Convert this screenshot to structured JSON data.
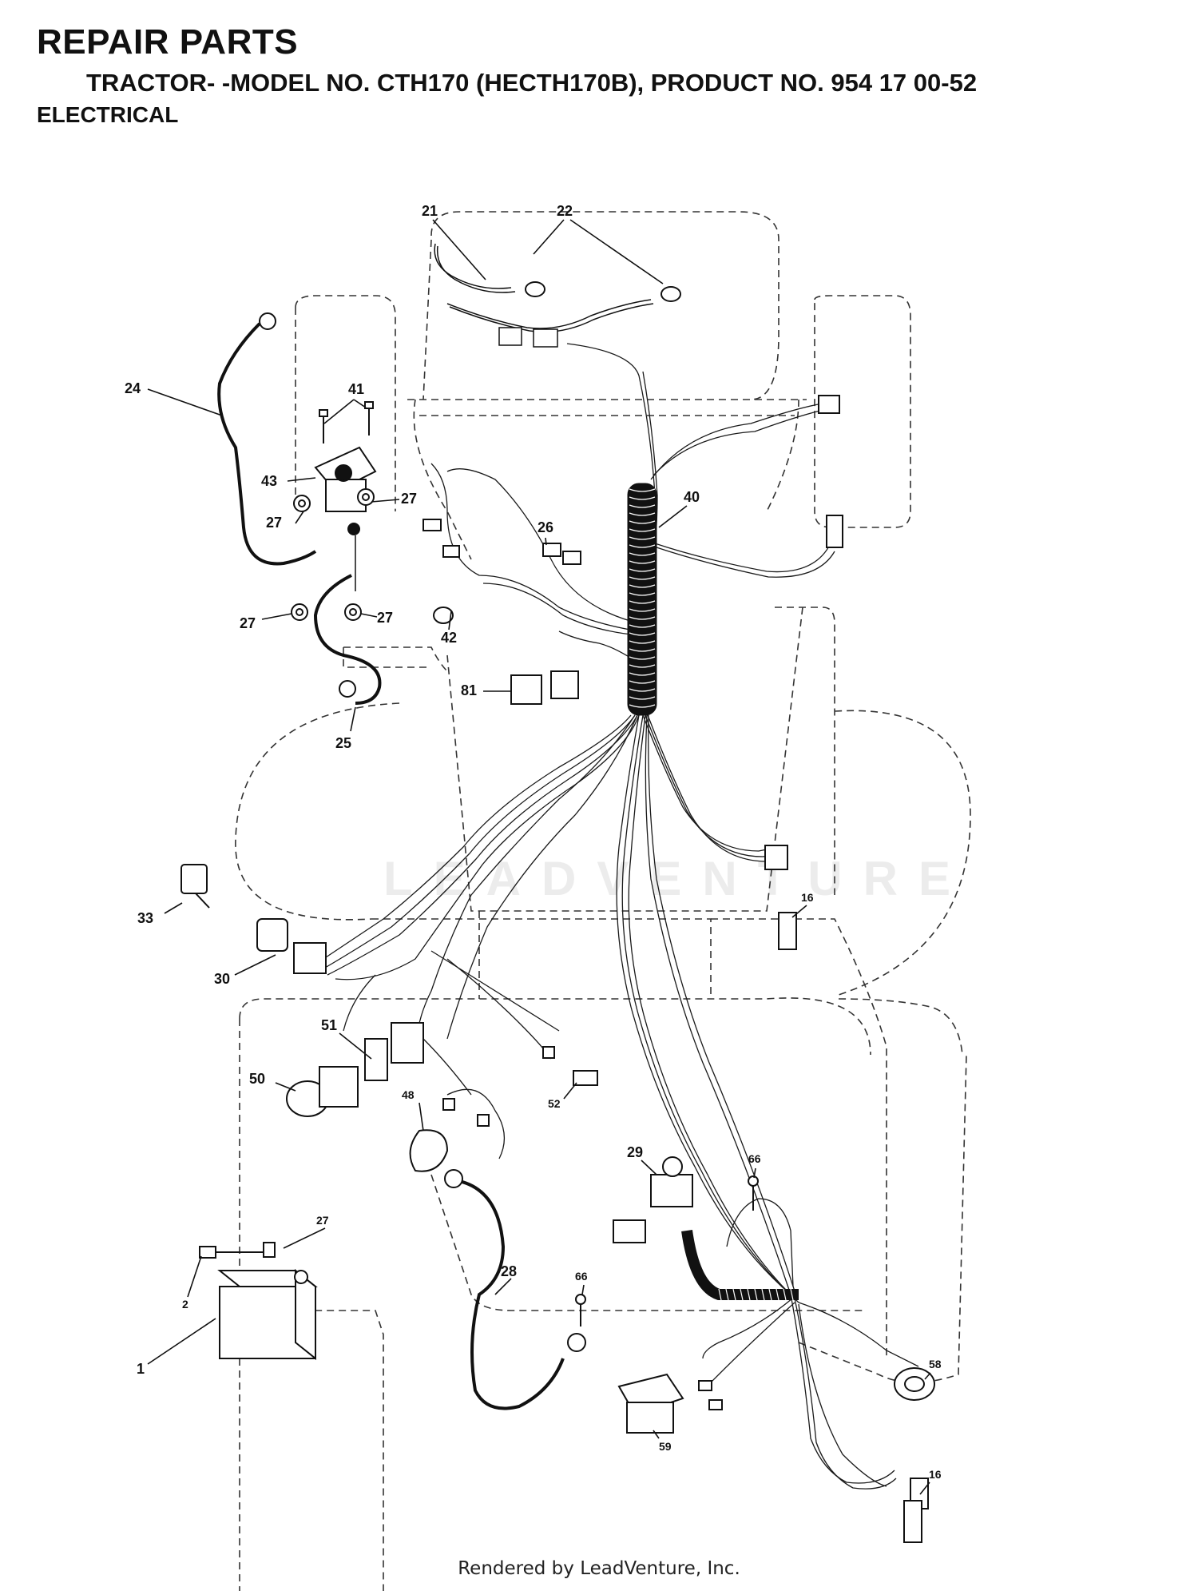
{
  "header": {
    "title": "REPAIR PARTS",
    "subtitle": "TRACTOR- -MODEL NO. CTH170 (HECTH170B), PRODUCT NO. 954 17 00-52",
    "section": "ELECTRICAL"
  },
  "watermark": "LEADVENTURE",
  "footer": "Rendered by LeadVenture, Inc.",
  "callouts": {
    "c21": "21",
    "c22": "22",
    "c24": "24",
    "c41": "41",
    "c43": "43",
    "c27a": "27",
    "c27b": "27",
    "c27c": "27",
    "c27d": "27",
    "c27e": "27",
    "c40": "40",
    "c26": "26",
    "c42": "42",
    "c81": "81",
    "c25": "25",
    "c16a": "16",
    "c16b": "16",
    "c33": "33",
    "c30": "30",
    "c51": "51",
    "c50": "50",
    "c48": "48",
    "c52": "52",
    "c29": "29",
    "c66a": "66",
    "c66b": "66",
    "c28": "28",
    "c2": "2",
    "c1": "1",
    "c58": "58",
    "c59": "59"
  }
}
